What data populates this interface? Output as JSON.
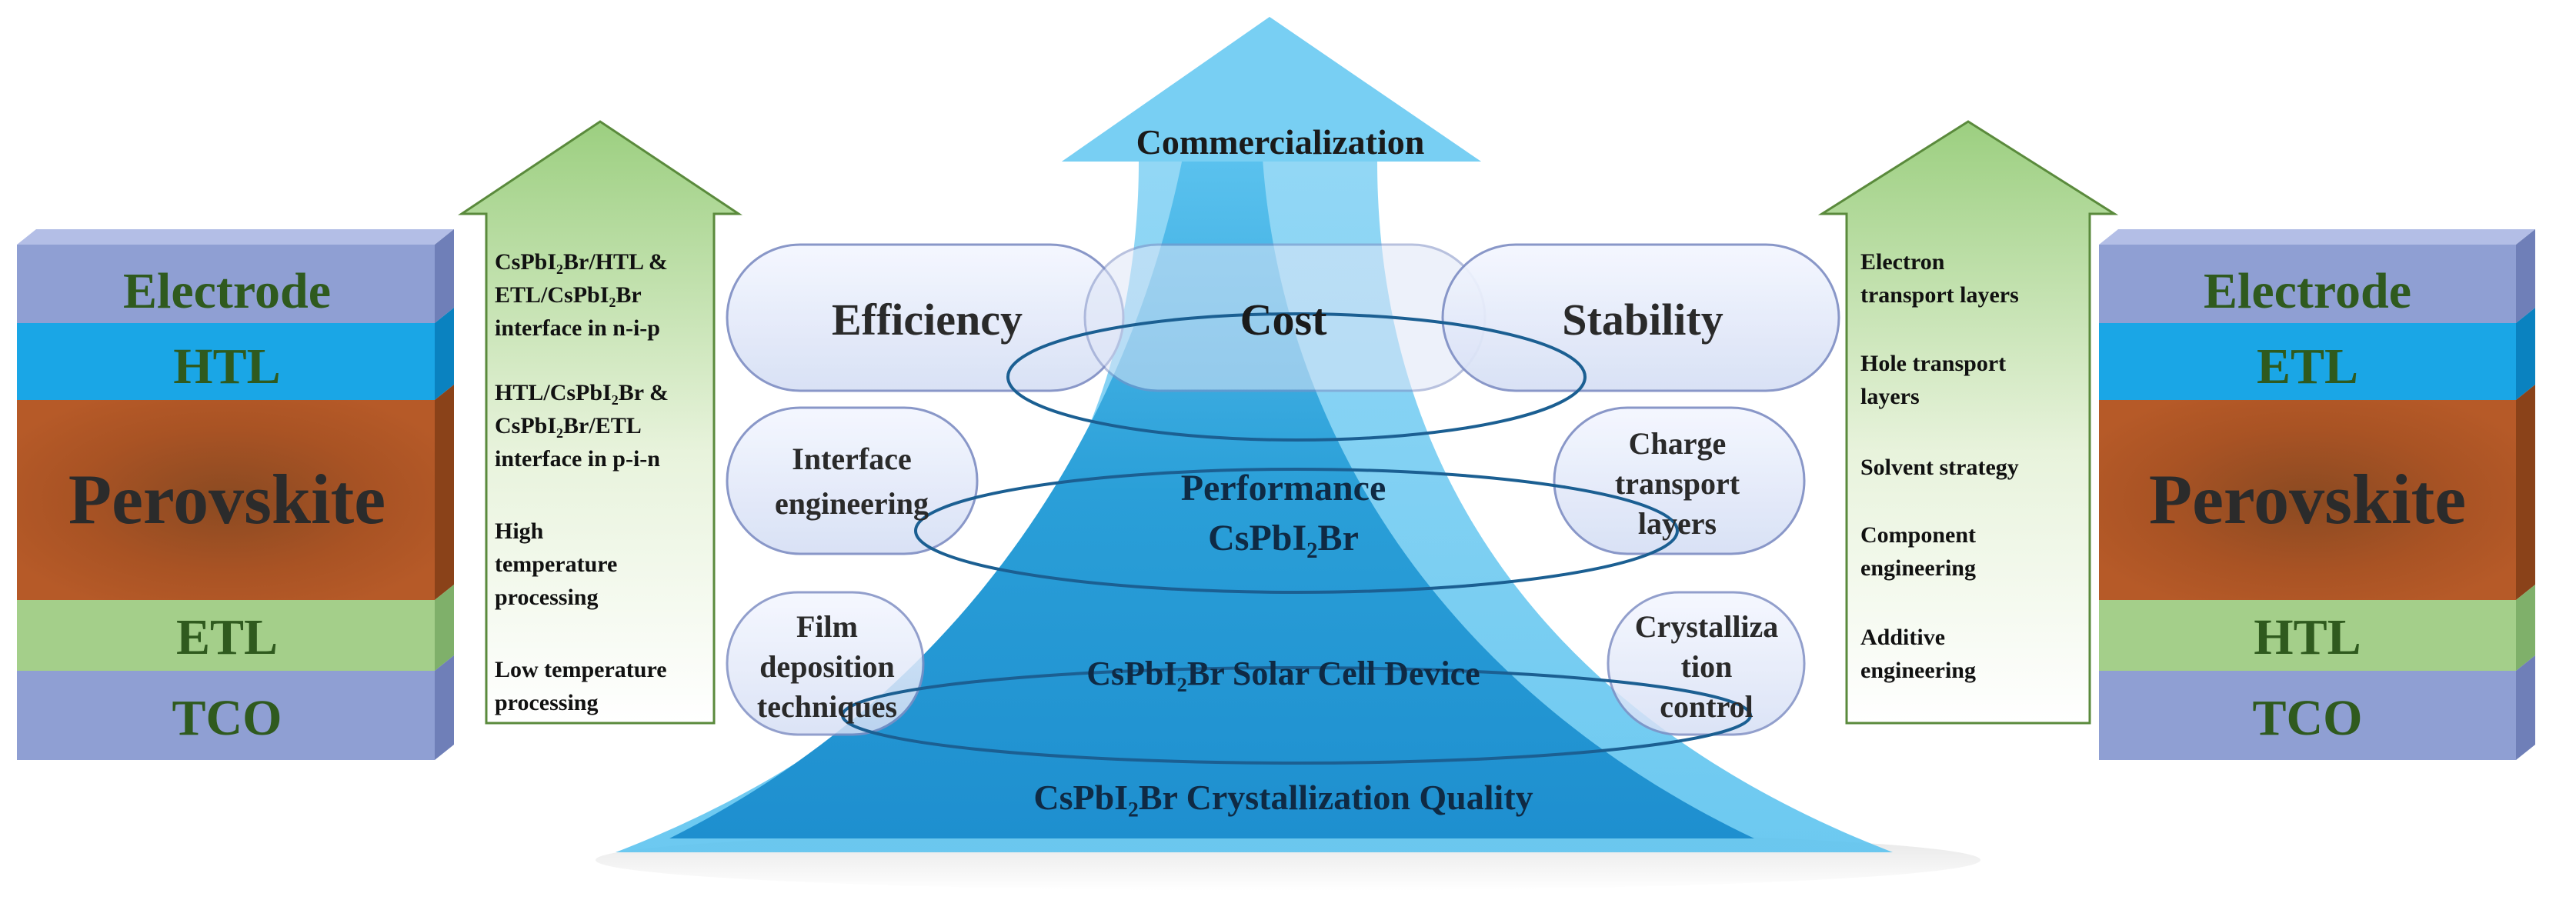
{
  "center": {
    "commercialization": "Commercialization",
    "efficiency": "Efficiency",
    "cost": "Cost",
    "stability": "Stability",
    "interface_engineering": [
      "Interface",
      "engineering"
    ],
    "performance": [
      "Performance",
      "CsPbI₂Br"
    ],
    "charge_transport_layers": [
      "Charge",
      "transport",
      "layers"
    ],
    "film_deposition": [
      "Film",
      "deposition",
      "techniques"
    ],
    "solar_cell_device": "CsPbI₂Br Solar Cell Device",
    "crystallization_control": [
      "Crystalliza",
      "tion",
      "control"
    ],
    "crystallization_quality": "CsPbI₂Br Crystallization Quality"
  },
  "left_stack": {
    "layers": [
      "Electrode",
      "HTL",
      "Perovskite",
      "ETL",
      "TCO"
    ]
  },
  "right_stack": {
    "layers": [
      "Electrode",
      "ETL",
      "Perovskite",
      "HTL",
      "TCO"
    ]
  },
  "left_arrow_text": [
    [
      "CsPbI₂Br/HTL &",
      "ETL/CsPbI₂Br",
      "interface in  n-i-p"
    ],
    [
      "HTL/CsPbI₂Br &",
      "CsPbI₂Br/ETL",
      "interface in p-i-n"
    ],
    [
      "High",
      "temperature",
      "processing"
    ],
    [
      "Low temperature",
      "processing"
    ]
  ],
  "right_arrow_text": [
    [
      "Electron",
      "transport layers"
    ],
    [
      "Hole transport",
      "layers"
    ],
    [
      "Solvent strategy"
    ],
    [
      "Component",
      "engineering"
    ],
    [
      "Additive",
      "engineering"
    ]
  ],
  "colors": {
    "electrode": "#8f9fd3",
    "htl_blue": "#1aa6e6",
    "perovskite": "#b65a28",
    "etl_green": "#a4cf8a",
    "tco": "#8f9fd3",
    "label_green": "#2f5a1e",
    "arrow_blue": "#2a9fd8",
    "side_arrow_green": "#b5d99a"
  }
}
